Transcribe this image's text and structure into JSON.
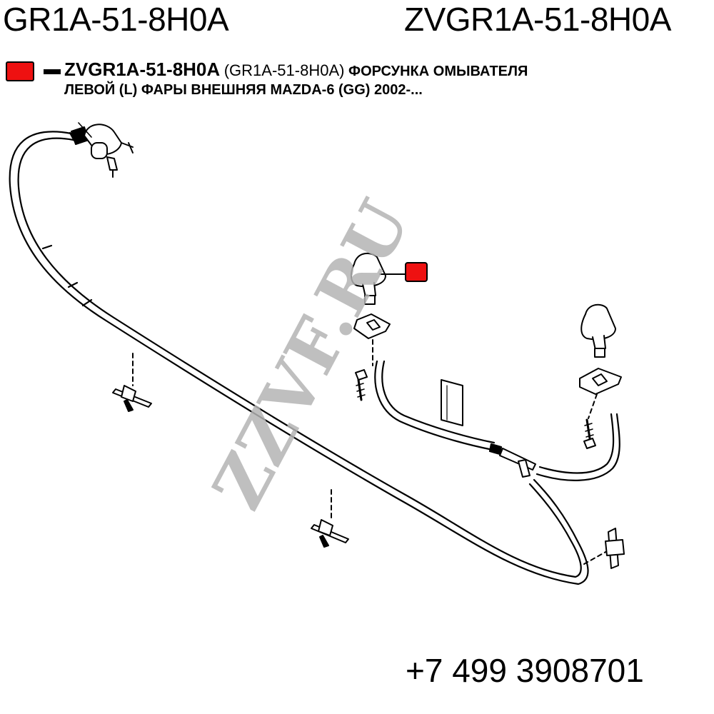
{
  "header": {
    "left_code": "GR1A-51-8H0A",
    "right_code": "ZVGR1A-51-8H0A"
  },
  "caption": {
    "code": "ZVGR1A-51-8H0A",
    "oem": "(GR1A-51-8H0A)",
    "description_line1": "ФОРСУНКА ОМЫВАТЕЛЯ",
    "description_line2": "ЛЕВОЙ (L) ФАРЫ ВНЕШНЯЯ MAZDA-6 (GG) 2002-..."
  },
  "watermark": "ZZVF.RU",
  "contact": {
    "phone": "+7 499 3908701"
  },
  "colors": {
    "marker_red": "#ee1111",
    "line": "#000000",
    "watermark": "#b4b4b4"
  },
  "icons": {
    "legend_marker": "red-square-marker-icon",
    "callout_marker": "red-square-marker-icon"
  }
}
